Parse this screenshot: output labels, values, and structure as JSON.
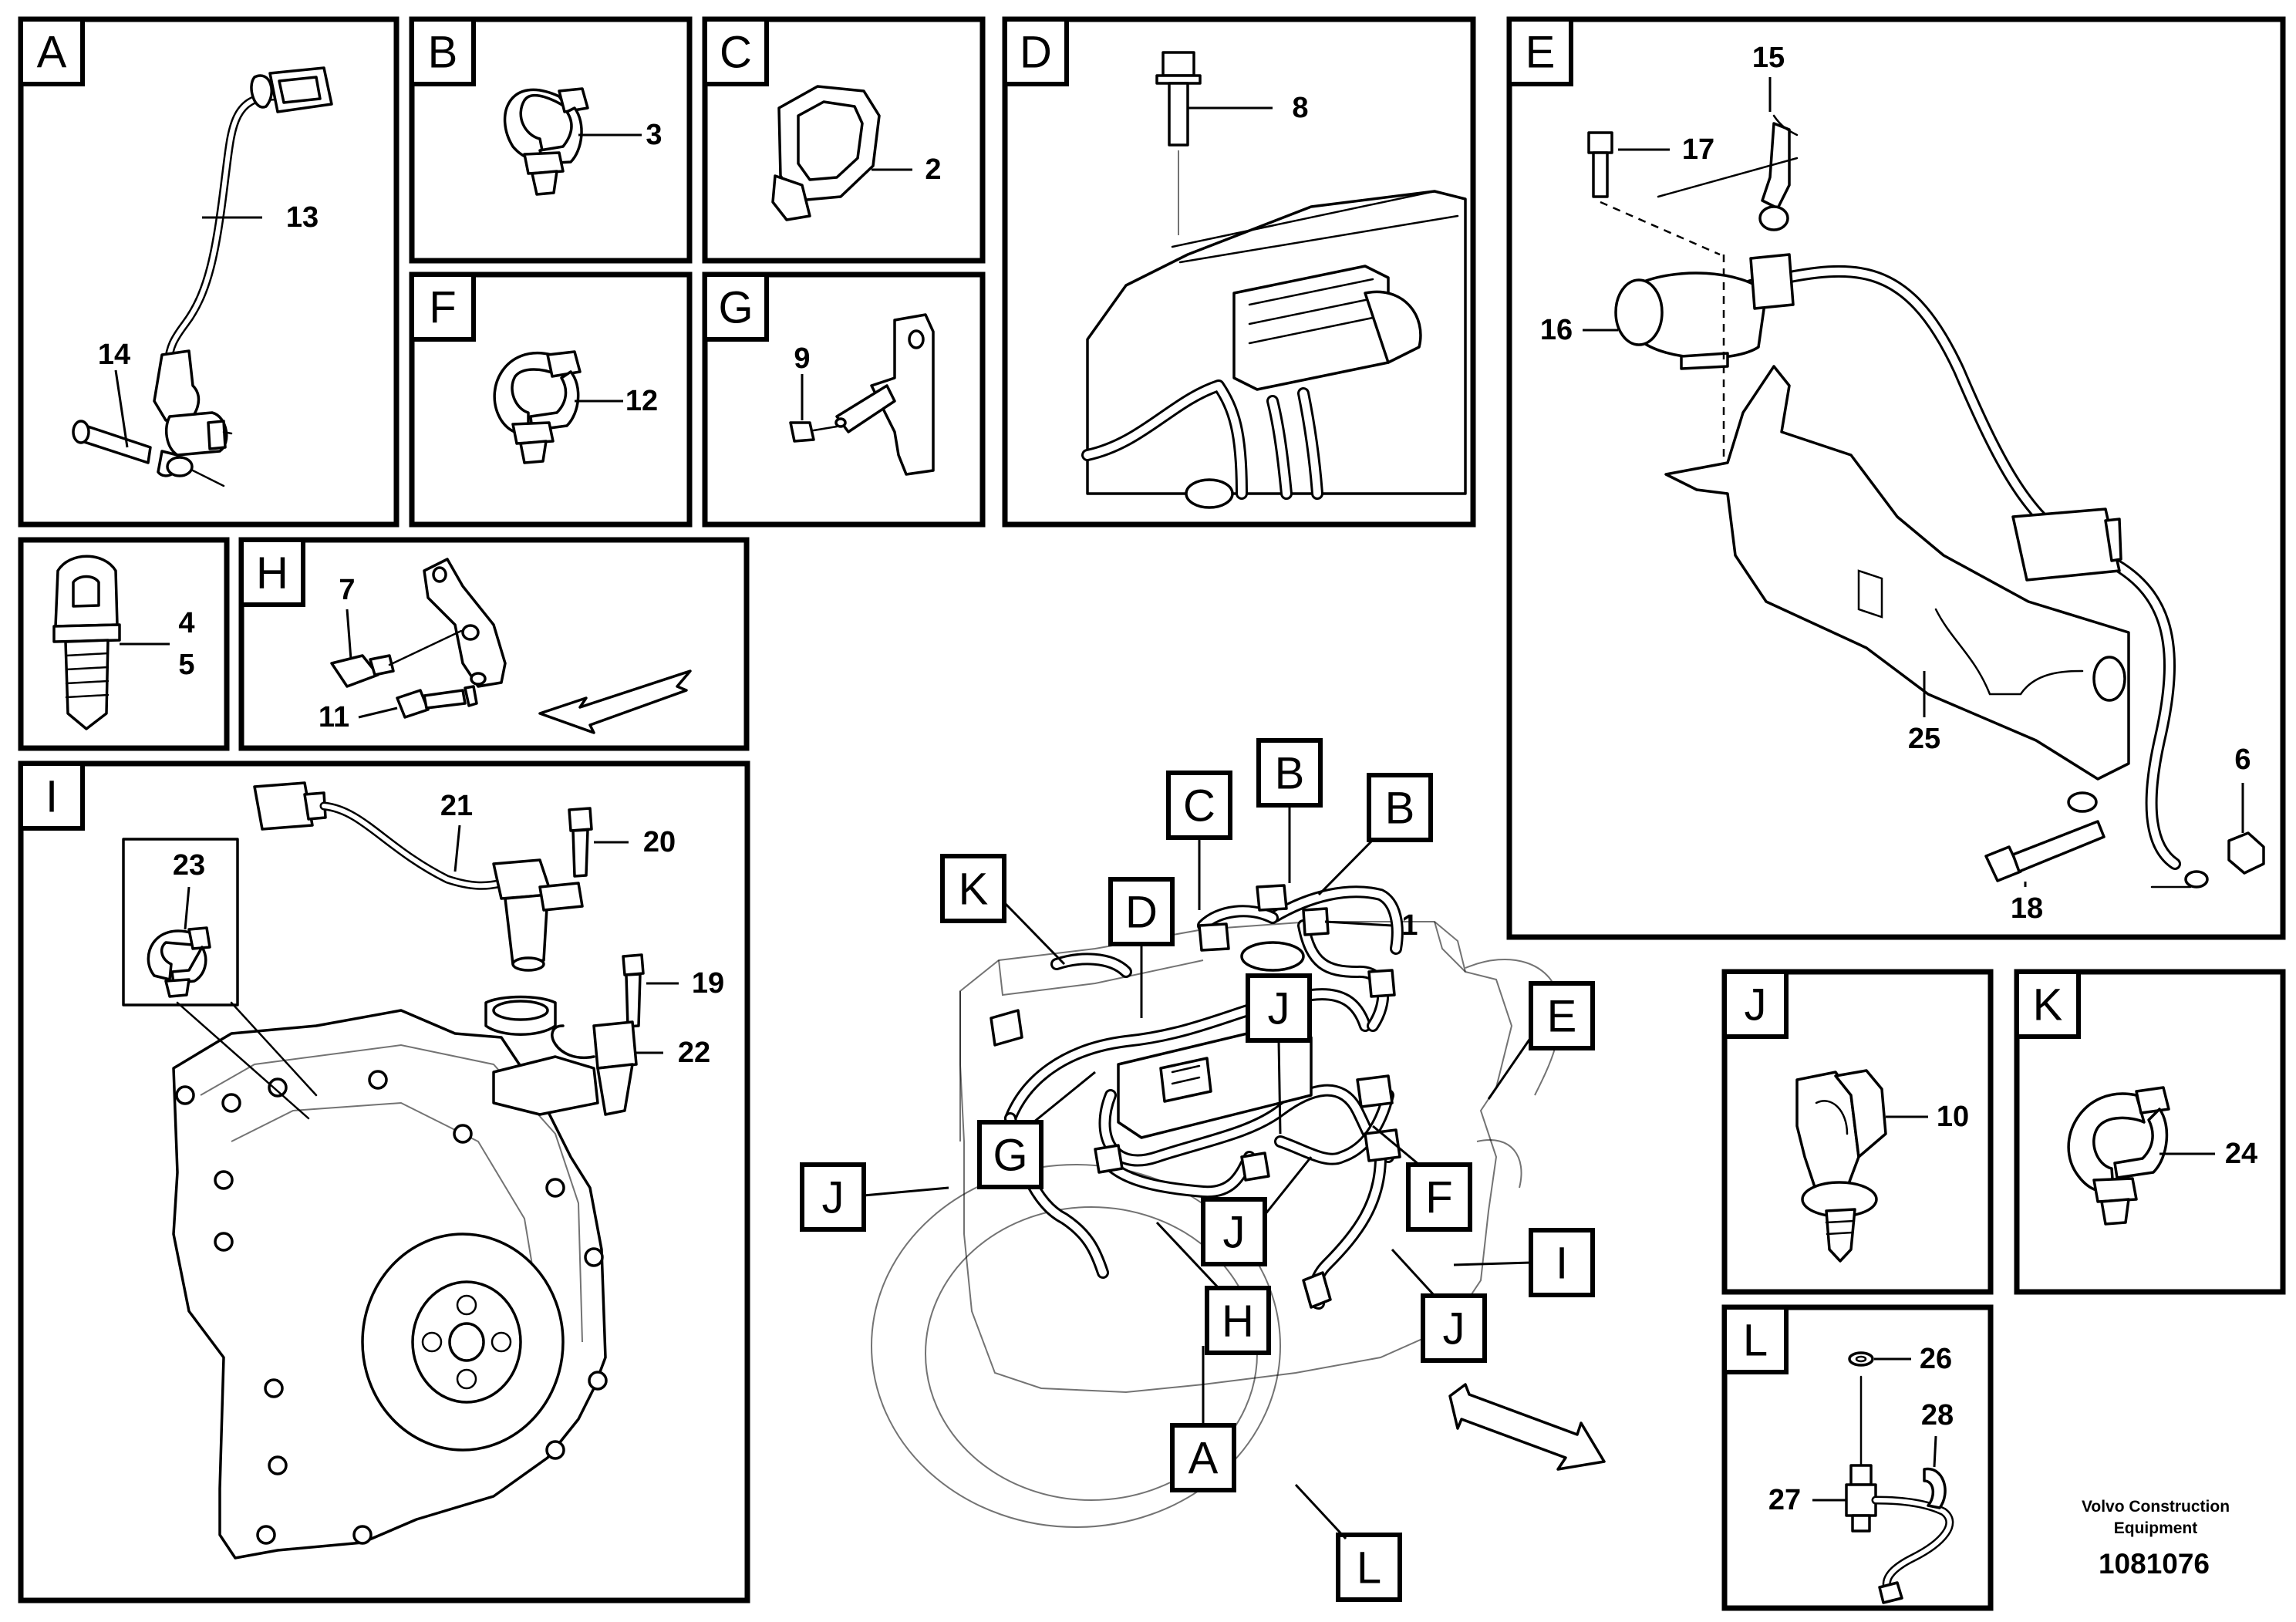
{
  "diagram": {
    "panels": {
      "A": {
        "tag": "A",
        "labels": [
          "13",
          "14"
        ]
      },
      "B": {
        "tag": "B",
        "labels": [
          "3"
        ]
      },
      "C": {
        "tag": "C",
        "labels": [
          "2"
        ]
      },
      "D": {
        "tag": "D",
        "labels": [
          "8"
        ]
      },
      "E": {
        "tag": "E",
        "labels": [
          "15",
          "17",
          "16",
          "25",
          "6",
          "18"
        ]
      },
      "F": {
        "tag": "F",
        "labels": [
          "12"
        ]
      },
      "G": {
        "tag": "G",
        "labels": [
          "9"
        ]
      },
      "clip": {
        "labels": [
          "4",
          "5"
        ]
      },
      "H": {
        "tag": "H",
        "labels": [
          "7",
          "11"
        ]
      },
      "I": {
        "tag": "I",
        "labels": [
          "21",
          "20",
          "23",
          "19",
          "22"
        ]
      },
      "J": {
        "tag": "J",
        "labels": [
          "10"
        ]
      },
      "K": {
        "tag": "K",
        "labels": [
          "24"
        ]
      },
      "L": {
        "tag": "L",
        "labels": [
          "26",
          "28",
          "27"
        ]
      }
    },
    "overview": {
      "callouts": [
        "C",
        "B",
        "B",
        "K",
        "D",
        "J",
        "E",
        "G",
        "J",
        "F",
        "J",
        "H",
        "I",
        "J",
        "A",
        "L"
      ],
      "part_label": "1"
    },
    "credit": {
      "line1": "Volvo Construction",
      "line2": "Equipment"
    },
    "document_number": "1081076"
  }
}
